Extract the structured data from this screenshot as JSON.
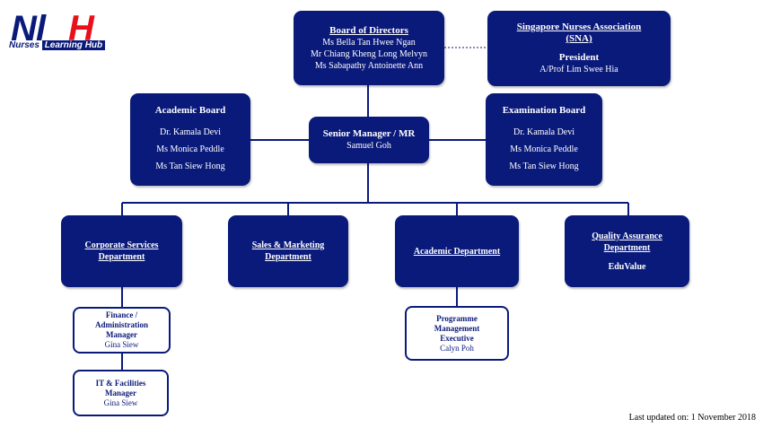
{
  "logo": {
    "letters": "NLH",
    "tagline_1": "Nurses",
    "tagline_2": "Learning Hub",
    "colors": {
      "navy": "#0a1a7a",
      "red": "#e8101a"
    }
  },
  "board": {
    "title": "Board of Directors",
    "members": [
      "Ms Bella Tan Hwee Ngan",
      "Mr Chiang Kheng Long Melvyn",
      "Ms Sabapathy Antoinette Ann"
    ]
  },
  "sna": {
    "title_1": "Singapore Nurses Association",
    "title_2": "(SNA)",
    "role": "President",
    "name": "A/Prof Lim Swee Hia"
  },
  "academic_board": {
    "title": "Academic Board",
    "members": [
      "Dr. Kamala Devi",
      "Ms Monica Peddle",
      "Ms Tan Siew Hong"
    ]
  },
  "exam_board": {
    "title": "Examination Board",
    "members": [
      "Dr. Kamala Devi",
      "Ms Monica Peddle",
      "Ms Tan Siew Hong"
    ]
  },
  "senior_manager": {
    "title": "Senior Manager / MR",
    "name": "Samuel Goh"
  },
  "departments": {
    "corporate": {
      "line1": "Corporate Services",
      "line2": "Department"
    },
    "sales": {
      "line1": "Sales & Marketing",
      "line2": "Department"
    },
    "academic": {
      "line1": "Academic Department"
    },
    "quality": {
      "line1": "Quality Assurance",
      "line2": "Department",
      "vendor": "EduValue"
    }
  },
  "finance": {
    "line1": "Finance /",
    "line2": "Administration",
    "line3": "Manager",
    "name": "Gina Siew"
  },
  "it": {
    "line1": "IT & Facilities",
    "line2": "Manager",
    "name": "Gina Siew"
  },
  "programme": {
    "line1": "Programme",
    "line2": "Management",
    "line3": "Executive",
    "name": "Calyn Poh"
  },
  "footer": {
    "updated": "Last updated on: 1 November 2018"
  }
}
